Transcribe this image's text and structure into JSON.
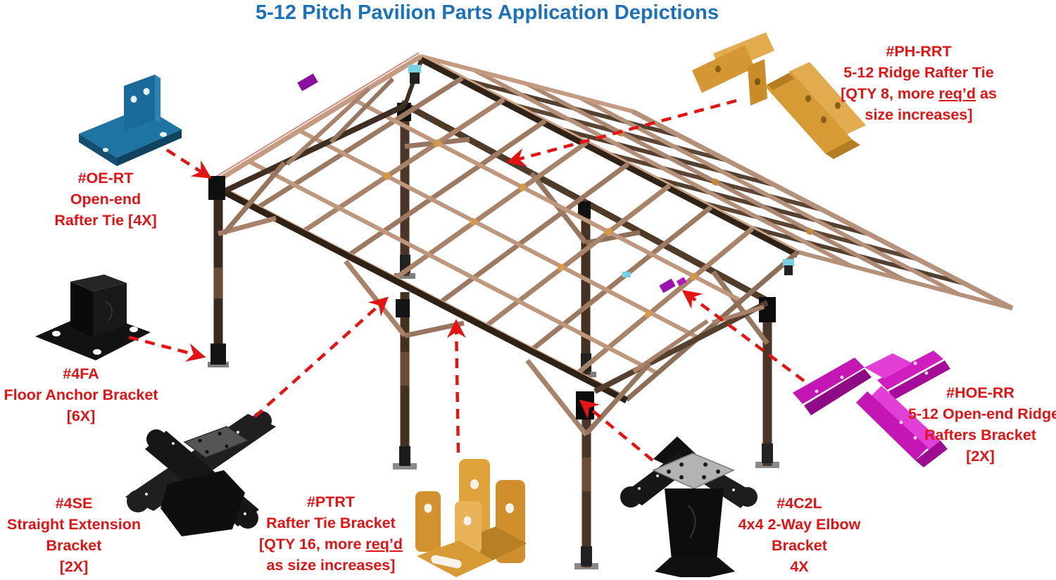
{
  "title": "5-12 Pitch Pavilion Parts Application Depictions",
  "labels": {
    "ph_rrt": {
      "code": "#PH-RRT",
      "name_line": "5-12 Ridge Rafter Tie",
      "qty_pre": "[QTY 8, more ",
      "qty_u": "req’d",
      "qty_post": " as",
      "tail": "size increases]"
    },
    "oe_rt": {
      "code": "#OE-RT",
      "line2": "Open-end",
      "line3": "Rafter Tie [4X]"
    },
    "fa4": {
      "code": "#4FA",
      "line2": "Floor Anchor Bracket",
      "line3": "[6X]"
    },
    "se4": {
      "code": "#4SE",
      "line2": "Straight Extension",
      "line3": "Bracket",
      "line4": "[2X]"
    },
    "ptrt": {
      "code": "#PTRT",
      "name_line": "Rafter Tie Bracket",
      "qty_pre": "[QTY 16, more ",
      "qty_u": "req’d",
      "qty_post": "",
      "tail": "as size increases]"
    },
    "c2l4": {
      "code": "#4C2L",
      "line2": "4x4 2-Way Elbow",
      "line3": "Bracket",
      "line4": "4X"
    },
    "hoe_rr": {
      "code": "#HOE-RR",
      "line2": "5-12 Open-end Ridge",
      "line3": "Rafters Bracket",
      "line4": "[2X]"
    }
  },
  "colors": {
    "title_blue": "#1b72ba",
    "label_red": "#e01414",
    "arrow_red": "#e41414",
    "wood_light": "#c49a80",
    "wood_mid": "#a8836a",
    "wood_dark": "#3a2b20",
    "bracket_blue": "#1e74a3",
    "bracket_gold": "#d79b36",
    "bracket_orange": "#e0a33c",
    "bracket_black": "#151515",
    "bracket_magenta": "#c415b5",
    "highlight_teal": "#7ad0e2",
    "highlight_purple": "#8a0f9e"
  }
}
